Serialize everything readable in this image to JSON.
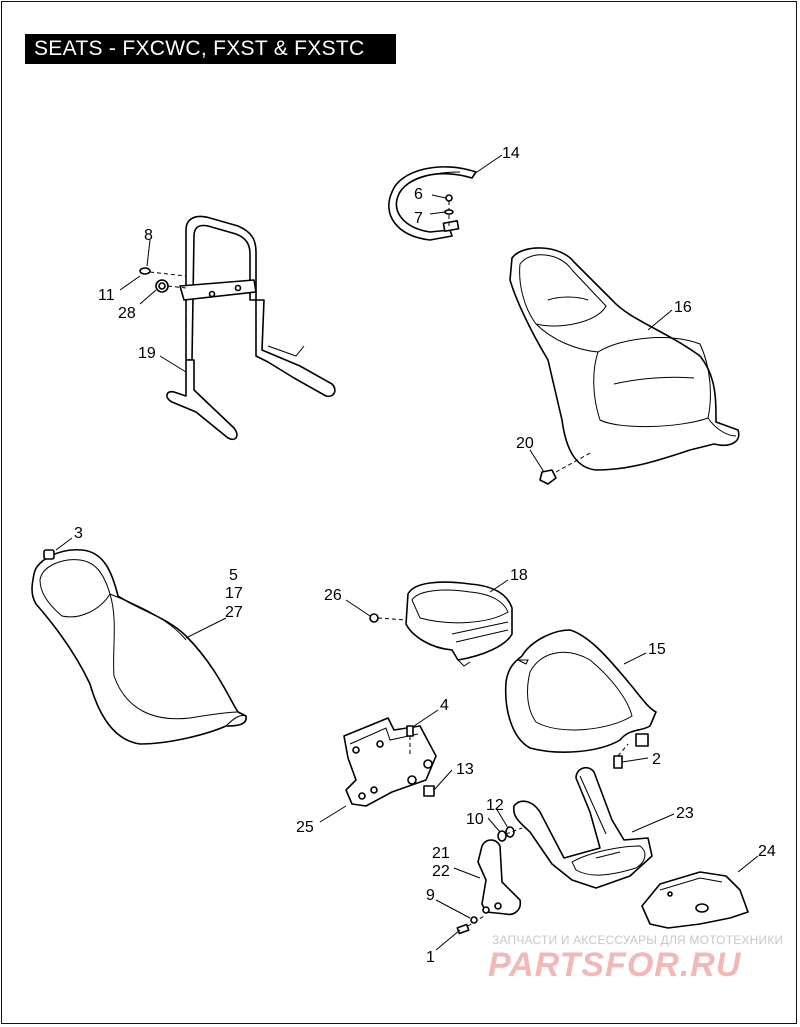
{
  "title": "SEATS - FXCWC, FXST & FXSTC",
  "callouts": {
    "c1": "1",
    "c2": "2",
    "c3": "3",
    "c4": "4",
    "c5": "5",
    "c6": "6",
    "c7": "7",
    "c8": "8",
    "c9": "9",
    "c10": "10",
    "c11": "11",
    "c12": "12",
    "c13": "13",
    "c14": "14",
    "c15": "15",
    "c16": "16",
    "c17": "17",
    "c18": "18",
    "c19": "19",
    "c20": "20",
    "c21": "21",
    "c22": "22",
    "c23": "23",
    "c24": "24",
    "c25": "25",
    "c26": "26",
    "c27": "27",
    "c28": "28"
  },
  "watermark": {
    "line1": "ЗАПЧАСТИ И АКСЕССУАРЫ ДЛЯ МОТОТЕХНИКИ",
    "line2": "PARTSFOR.RU"
  }
}
